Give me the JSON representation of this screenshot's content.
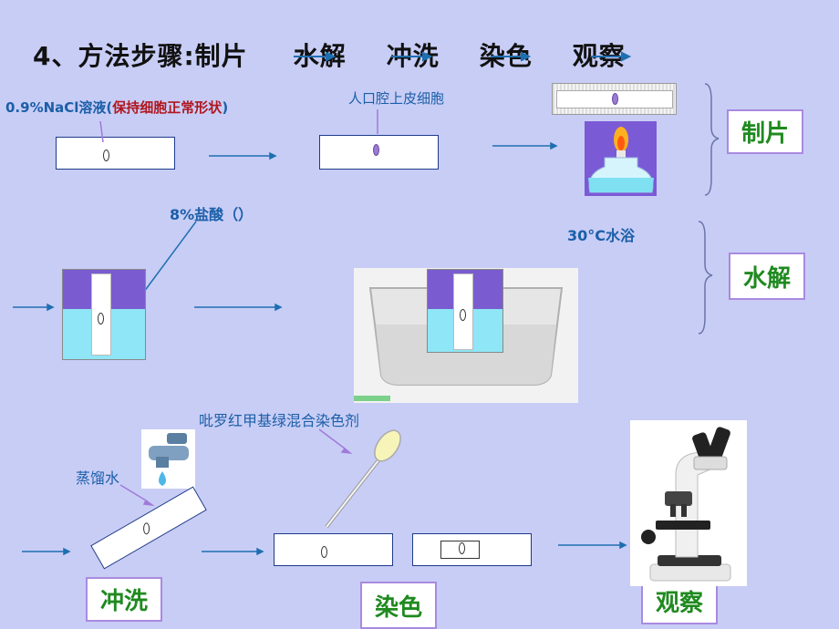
{
  "title": "4、方法步骤:制片",
  "steps_flow": [
    "水解",
    "冲洗",
    "染色",
    "观察"
  ],
  "labels": {
    "nacl_prefix": "0.9%NaCl溶液(",
    "nacl_red": "保持细胞正常形状",
    "nacl_suffix": ")",
    "cheek_cells": "人口腔上皮细胞",
    "hcl": "8%盐酸（）",
    "water_bath": "30°C水浴",
    "stain": "吡罗红甲基绿混合染色剂",
    "distilled_water": "蒸馏水"
  },
  "boxes": {
    "make_slide": "制片",
    "hydrolysis": "水解",
    "rinse": "冲洗",
    "stain": "染色",
    "observe": "观察"
  },
  "colors": {
    "background": "#c8cdf6",
    "label_blue": "#1b5fa8",
    "red_text": "#b0171f",
    "box_text": "#1f8a1f",
    "box_border": "#a98ae0",
    "arrow": "#1f6fb0",
    "liquid": "#8ee6f6",
    "purple": "#7a5cd0"
  }
}
